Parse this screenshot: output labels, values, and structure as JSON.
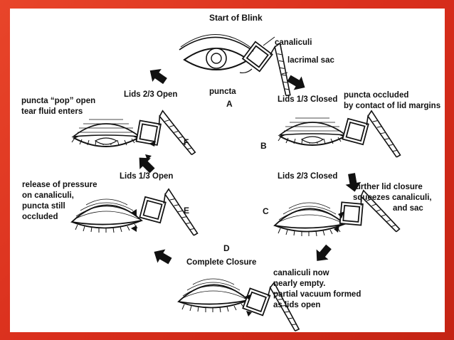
{
  "title": "Start of Blink",
  "stages": {
    "a": {
      "letter": "A"
    },
    "b": {
      "letter": "B",
      "state": "Lids 1/3 Closed"
    },
    "c": {
      "letter": "C",
      "state": "Lids 2/3 Closed"
    },
    "d": {
      "letter": "D",
      "state": "Complete Closure"
    },
    "e": {
      "letter": "E",
      "state": "Lids 1/3 Open"
    },
    "f": {
      "letter": "F",
      "state": "Lids 2/3 Open"
    }
  },
  "annotations": {
    "canaliculi": "canaliculi",
    "lacrimal_sac": "lacrimal sac",
    "puncta": "puncta",
    "puncta_occluded": [
      "puncta occluded",
      "by contact of lid margins"
    ],
    "further_closure": [
      "further lid closure",
      "squeezes canaliculi,",
      "and sac"
    ],
    "canaliculi_empty": [
      "canaliculi now",
      "nearly empty."
    ],
    "vacuum": [
      "partial vacuum formed",
      "as lids open"
    ],
    "release": [
      "release of pressure",
      "on canaliculi,",
      "puncta still",
      "occluded"
    ],
    "puncta_pop": [
      "puncta “pop” open",
      "tear fluid enters"
    ]
  },
  "colors": {
    "border": "#e23a22",
    "ink": "#111111",
    "paper": "#ffffff"
  }
}
